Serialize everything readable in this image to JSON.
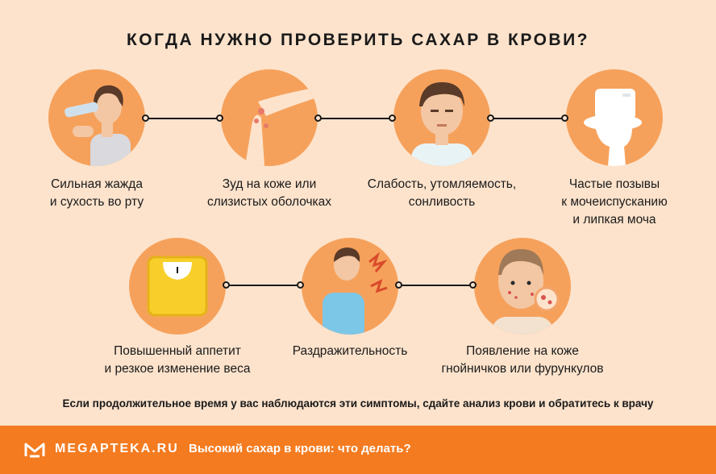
{
  "title": "КОГДА НУЖНО ПРОВЕРИТЬ САХАР В КРОВИ?",
  "symptoms": [
    {
      "line1": "Сильная жажда",
      "line2": "и сухость во рту",
      "icon": "drinking-person-icon"
    },
    {
      "line1": "Зуд на коже или",
      "line2": "слизистых оболочках",
      "icon": "itchy-arm-icon"
    },
    {
      "line1": "Слабость, утомляемость,",
      "line2": "сонливость",
      "icon": "tired-person-icon"
    },
    {
      "line1": "Частые позывы",
      "line2": "к мочеиспусканию",
      "line3": "и липкая моча",
      "icon": "toilet-icon"
    },
    {
      "line1": "Повышенный аппетит",
      "line2": "и резкое изменение веса",
      "icon": "scale-icon"
    },
    {
      "line1": "Раздражительность",
      "icon": "irritated-person-icon"
    },
    {
      "line1": "Появление на коже",
      "line2": "гнойничков или фурункулов",
      "icon": "acne-face-icon"
    }
  ],
  "note": "Если продолжительное время у вас наблюдаются эти симптомы, сдайте анализ крови и обратитесь к врачу",
  "footer": {
    "brand": "MEGAPTEKA.RU",
    "link": "Высокий сахар в крови: что делать?"
  },
  "colors": {
    "background": "#fde3cc",
    "circle": "#f6a15b",
    "footer": "#f47b20"
  }
}
